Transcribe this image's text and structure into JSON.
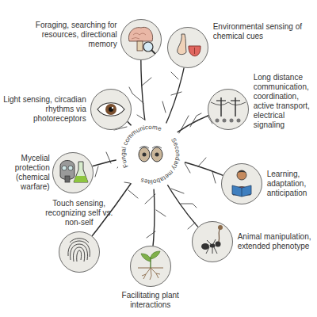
{
  "diagram": {
    "nodes": [
      {
        "text": [
          "Foraging, searching for resources, directional memory"
        ]
      },
      {
        "text": [
          "Environmental sensing of chemical cues"
        ]
      },
      {
        "text": [
          "Long distance communication, coordination, active transport, electrical signaling"
        ]
      },
      {
        "text": [
          "Learning, adaptation, anticipation"
        ]
      },
      {
        "text": [
          "Animal manipulation, extended phenotype"
        ]
      },
      {
        "text": [
          "Facilitating plant interactions"
        ]
      },
      {
        "text": [
          "Touch sensing, recognizing self vs. non-self"
        ]
      },
      {
        "text": [
          "Mycelial protection (chemical warfare)"
        ]
      },
      {
        "text": [
          "Light sensing, circadian rhythms via photoreceptors"
        ]
      }
    ],
    "labels": [
      "Fungal communicome",
      "Secondary metabolites"
    ]
  }
}
